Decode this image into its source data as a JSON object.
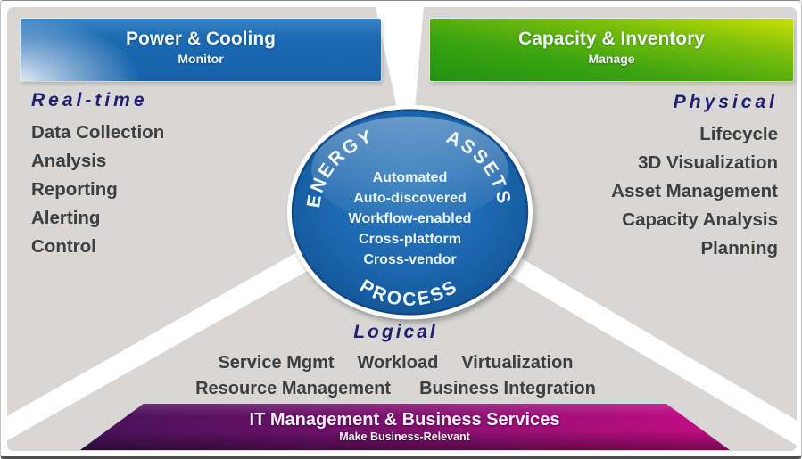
{
  "header_left": {
    "title": "Power & Cooling",
    "subtitle": "Monitor"
  },
  "header_right": {
    "title": "Capacity & Inventory",
    "subtitle": "Manage"
  },
  "left_panel": {
    "heading": "Real-time",
    "items": [
      "Data Collection",
      "Analysis",
      "Reporting",
      "Alerting",
      "Control"
    ]
  },
  "right_panel": {
    "heading": "Physical",
    "items": [
      "Lifecycle",
      "3D Visualization",
      "Asset Management",
      "Capacity Analysis",
      "Planning"
    ]
  },
  "center_circle": {
    "arc_upper_left": "ENERGY",
    "arc_upper_right": "ASSETS",
    "arc_bottom": "PROCESS",
    "lines": [
      "Automated",
      "Auto-discovered",
      "Workflow-enabled",
      "Cross-platform",
      "Cross-vendor"
    ]
  },
  "bottom_panel": {
    "heading": "Logical",
    "row1": [
      "Service Mgmt",
      "Workload",
      "Virtualization"
    ],
    "row2": [
      "Resource Management",
      "Business Integration"
    ]
  },
  "footer": {
    "title": "IT Management & Business Services",
    "subtitle": "Make Business-Relevant"
  },
  "colors": {
    "background_gray": "#d8d7d5",
    "header_blue": "#1c6ab2",
    "header_green_dark": "#1f930f",
    "header_green_light": "#c9e004",
    "circle_blue": "#1b65ad",
    "footer_purple_dark": "#45125a",
    "footer_magenta": "#c70b85",
    "heading_navy": "#211d73",
    "list_text": "#3e3e3e"
  }
}
